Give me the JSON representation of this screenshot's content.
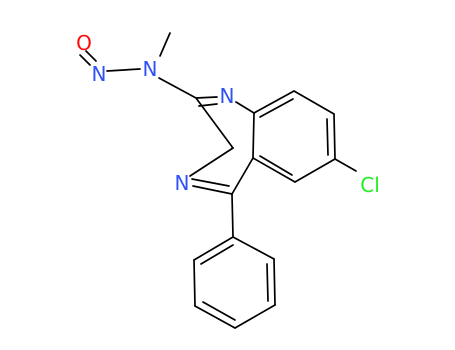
{
  "atoms": [
    {
      "id": "o_nitroso",
      "symbol": "O",
      "color": "#ff0d0d"
    },
    {
      "id": "n_nitroso",
      "symbol": "N",
      "color": "#3050f8"
    },
    {
      "id": "n_amine",
      "symbol": "N",
      "color": "#3050f8"
    },
    {
      "id": "n1_ring",
      "symbol": "N",
      "color": "#3050f8"
    },
    {
      "id": "n4_ring",
      "symbol": "N",
      "color": "#3050f8"
    },
    {
      "id": "cl",
      "symbol": "Cl",
      "color": "#1ff01f"
    }
  ]
}
